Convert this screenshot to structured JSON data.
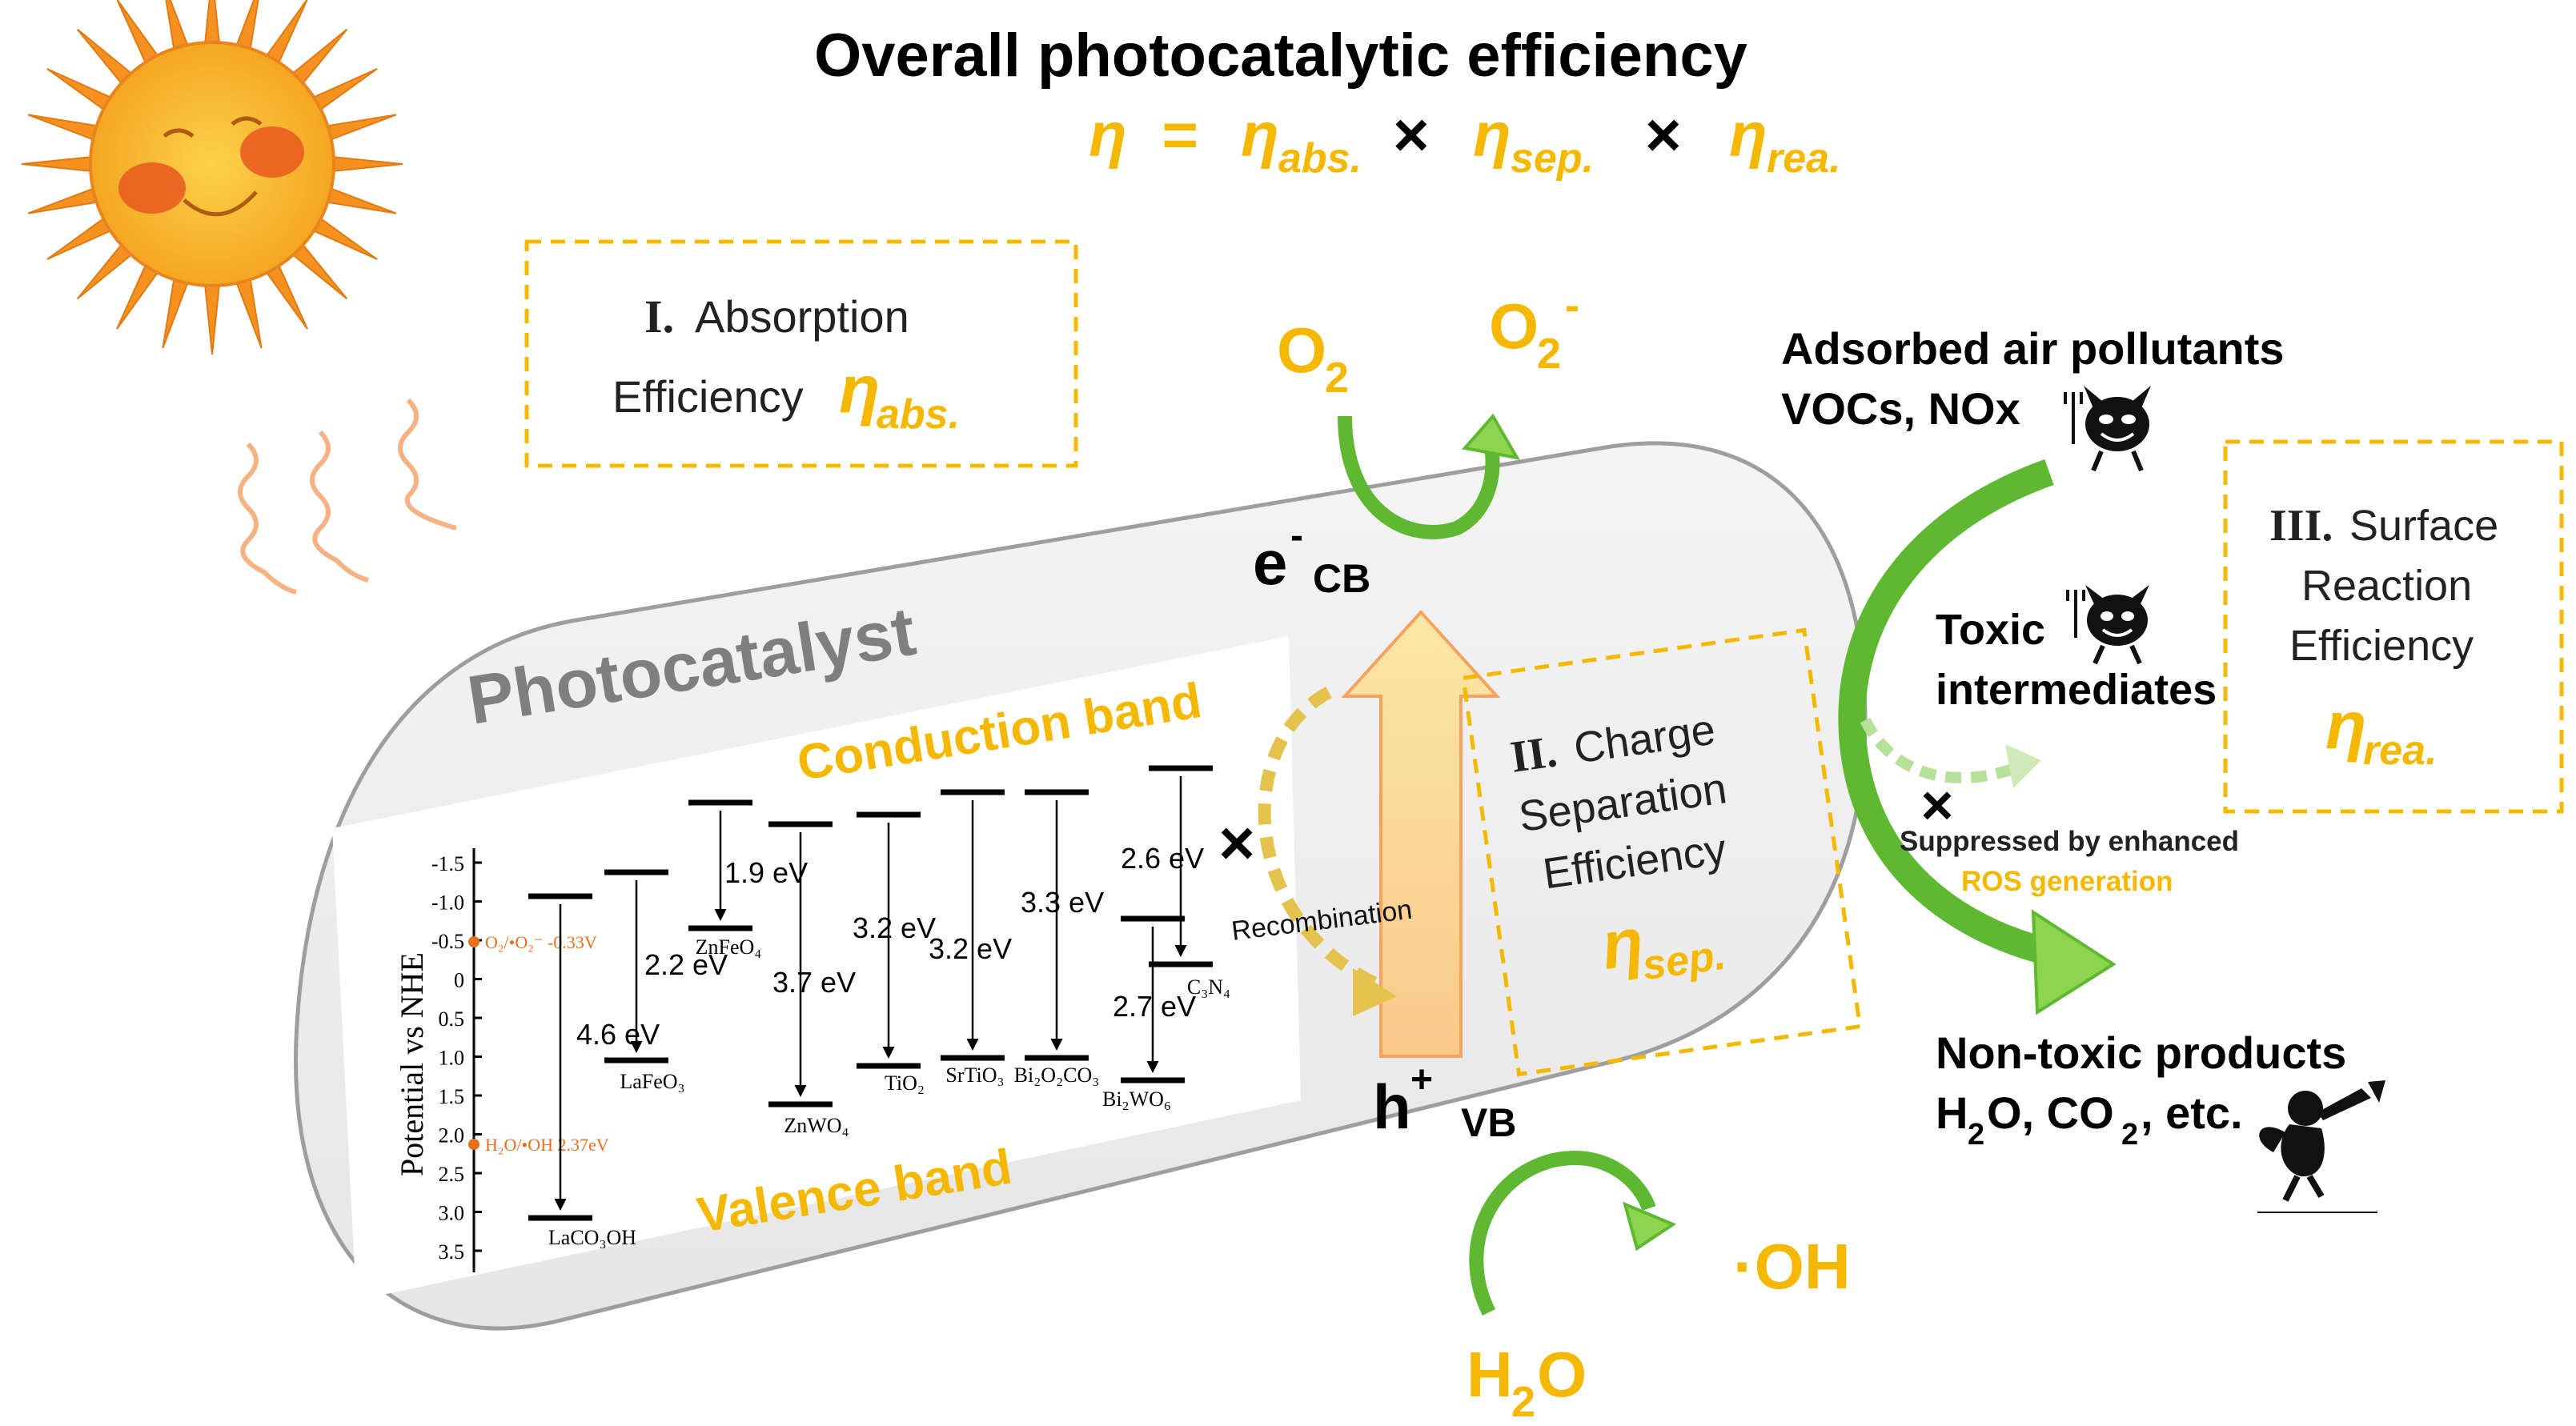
{
  "header": {
    "title": "Overall photocatalytic efficiency",
    "eq_eta": "η",
    "eq_equals": "=",
    "eq_times": "×",
    "eq_abs_sub": "abs.",
    "eq_sep_sub": "sep.",
    "eq_rea_sub": "rea."
  },
  "box_absorption": {
    "numeral": "I.",
    "line1": "Absorption",
    "line2": "Efficiency",
    "eta": "η",
    "eta_sub": "abs."
  },
  "box_charge": {
    "numeral": "II.",
    "line1": "Charge",
    "line2": "Separation",
    "line3": "Efficiency",
    "eta": "η",
    "eta_sub": "sep."
  },
  "box_surface": {
    "numeral": "III.",
    "line1": "Surface",
    "line2": "Reaction",
    "line3": "Efficiency",
    "eta": "η",
    "eta_sub": "rea."
  },
  "capsule": {
    "label": "Photocatalyst",
    "conduction_band": "Conduction band",
    "valence_band": "Valence band"
  },
  "band_chart": {
    "y_axis_label": "Potential vs NHE",
    "y_ticks": [
      "-1.5",
      "-1.0",
      "-0.5",
      "0",
      "0.5",
      "1.0",
      "1.5",
      "2.0",
      "2.5",
      "3.0",
      "3.5"
    ],
    "marker_o2": "O₂/•O₂⁻ -0.33V",
    "marker_h2o": "H₂O/•OH 2.37eV",
    "materials": [
      {
        "name": "LaCO₃OH",
        "gap": "4.6 eV"
      },
      {
        "name": "LaFeO₃",
        "gap": "2.2 eV"
      },
      {
        "name": "ZnFeO₄",
        "gap": "1.9 eV"
      },
      {
        "name": "ZnWO₄",
        "gap": "3.7 eV"
      },
      {
        "name": "TiO₂",
        "gap": "3.2 eV"
      },
      {
        "name": "SrTiO₃",
        "gap": "3.2 eV"
      },
      {
        "name": "Bi₂O₂CO₃",
        "gap": "3.3 eV"
      },
      {
        "name": "Bi₂WO₆",
        "gap": "2.7 eV"
      },
      {
        "name": "C₃N₄",
        "gap": "2.6 eV"
      }
    ]
  },
  "charges": {
    "electron": "e",
    "electron_sup": "-",
    "cb": "CB",
    "hole": "h",
    "hole_sup": "+",
    "vb": "VB",
    "recombination": "Recombination"
  },
  "species": {
    "o2": "O",
    "o2_sub": "2",
    "o2_minus": "O",
    "o2_minus_sub": "2",
    "o2_minus_sup": "-",
    "h2o": "H",
    "h2o_sub": "2",
    "h2o_tail": "O",
    "oh": "·OH"
  },
  "pollutants": {
    "line1": "Adsorbed air pollutants",
    "line2": "VOCs, NOx",
    "toxic1": "Toxic",
    "toxic2": "intermediates",
    "suppressed": "Suppressed by enhanced",
    "ros": "ROS generation",
    "nontoxic1": "Non-toxic products",
    "nontoxic2_a": "H",
    "nontoxic2_sub": "2",
    "nontoxic2_b": "O, CO",
    "nontoxic2_sub2": "2",
    "nontoxic2_c": ", etc."
  },
  "colors": {
    "accent_yellow": "#f5b800",
    "arrow_green": "#5fb832",
    "sun_orange": "#f5921f",
    "capsule_gray": "#eeeeee",
    "ros_yellow": "#f5b800"
  }
}
